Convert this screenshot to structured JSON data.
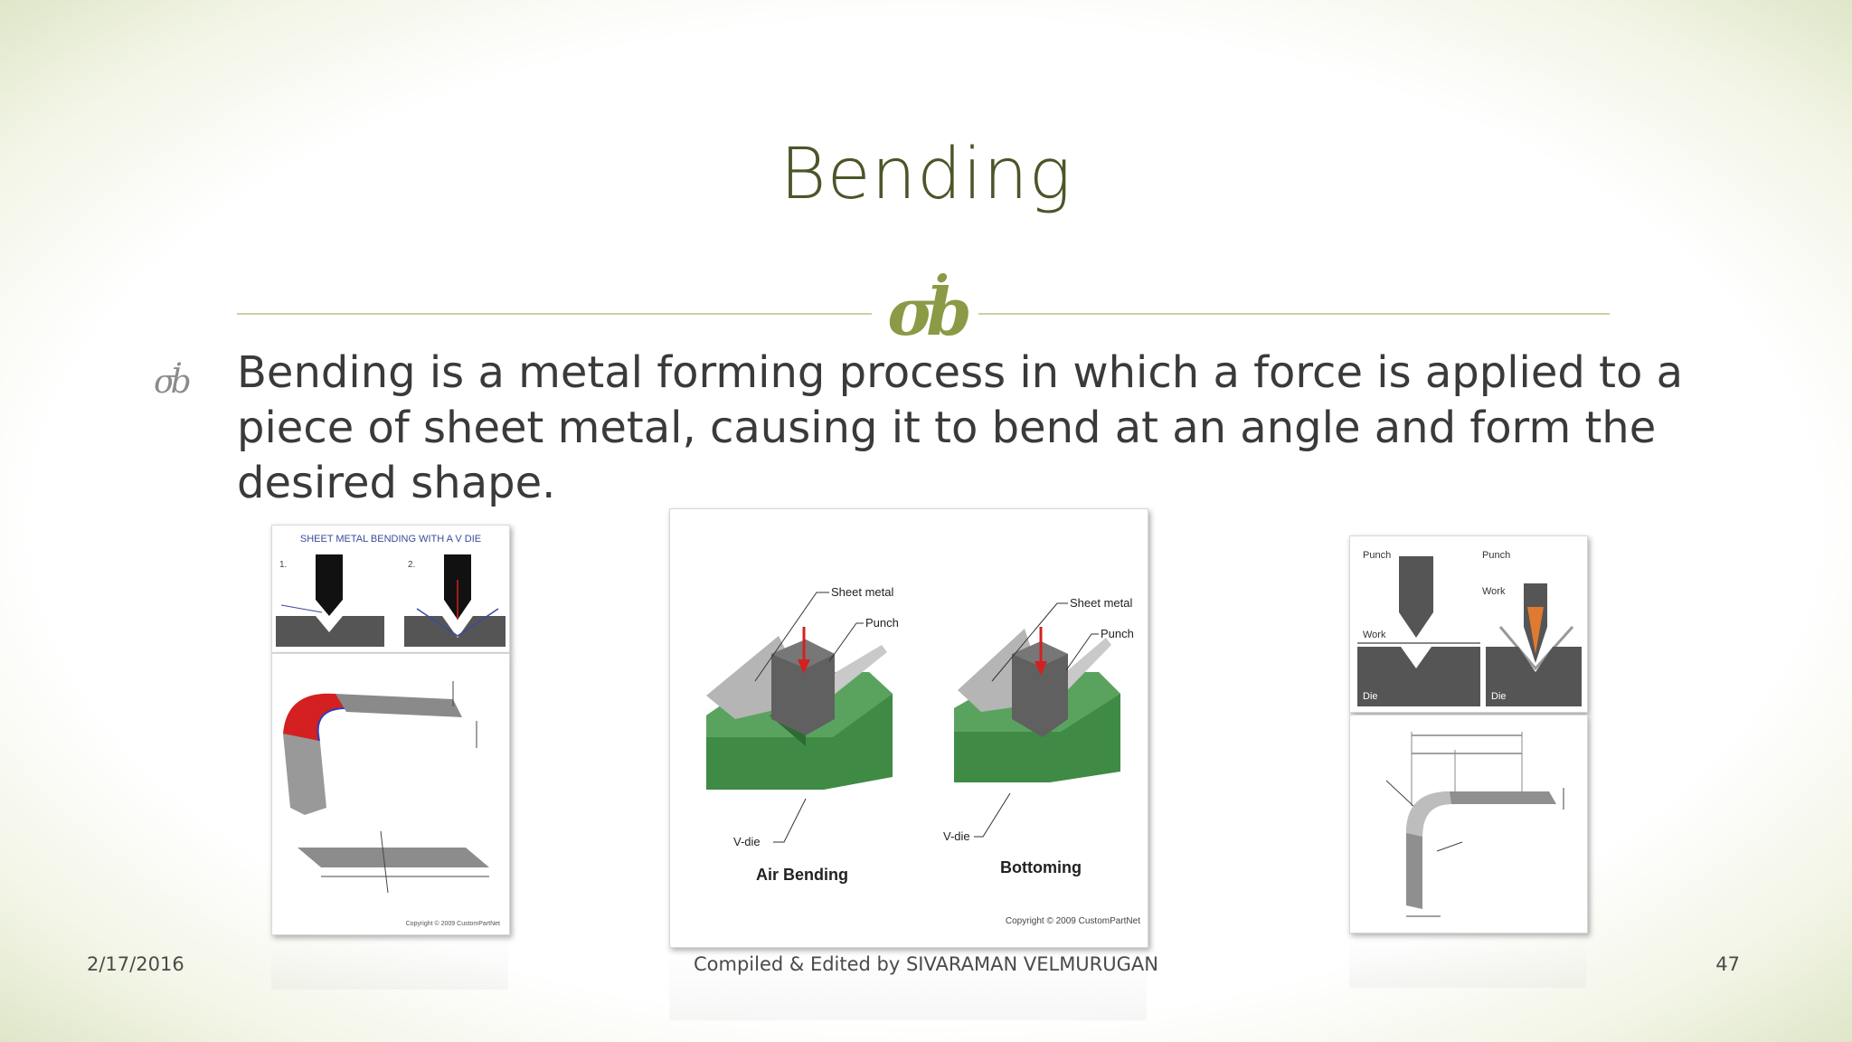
{
  "slide": {
    "title": "Bending",
    "ornament": "σḃ",
    "bullet_glyph": "σḃ",
    "body": "Bending is a metal forming process in which a force is applied to a piece of sheet metal, causing it to bend at an angle and form the desired shape."
  },
  "figure_left": {
    "heading": "SHEET METAL BENDING WITH A V DIE",
    "step1": "1.",
    "step2": "2.",
    "copyright": "Copyright © 2009 CustomPartNet"
  },
  "figure_center": {
    "sheet_metal_a": "Sheet metal",
    "punch_a": "Punch",
    "vdie_a": "V-die",
    "caption_a": "Air Bending",
    "sheet_metal_b": "Sheet metal",
    "punch_b": "Punch",
    "vdie_b": "V-die",
    "caption_b": "Bottoming",
    "copyright": "Copyright © 2009 CustomPartNet"
  },
  "figure_right": {
    "punch_1": "Punch",
    "work_1": "Work",
    "die_1": "Die",
    "punch_2": "Punch",
    "work_2": "Work",
    "die_2": "Die"
  },
  "footer": {
    "date": "2/17/2016",
    "credit": "Compiled & Edited by SIVARAMAN VELMURUGAN",
    "page_number": "47"
  },
  "colors": {
    "title": "#4a5628",
    "accent": "#8a9a45",
    "die_green": "#3f8b45",
    "punch_gray": "#555555",
    "sheet_gray": "#a9a9a9",
    "bend_red": "#d42020"
  }
}
